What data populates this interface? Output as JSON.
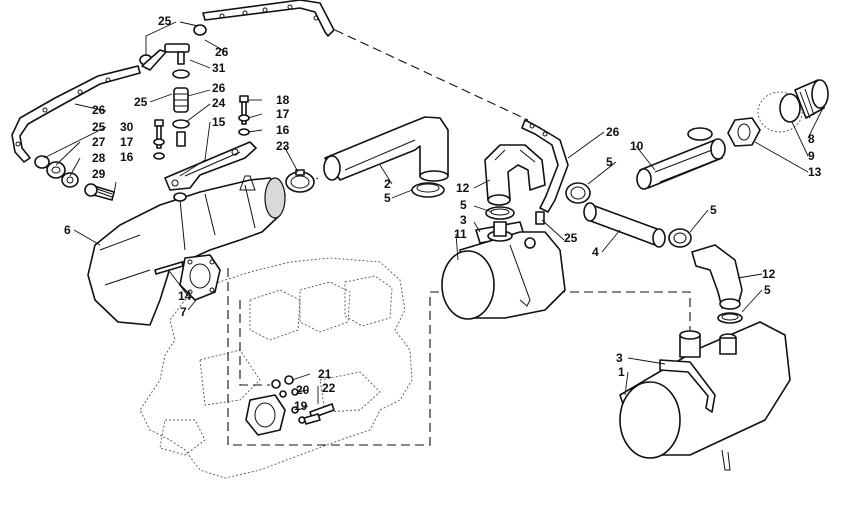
{
  "diagram": {
    "colors": {
      "line": "#111111",
      "paper": "#ffffff",
      "ghost": "#555555",
      "shade": "#d9d9d9"
    },
    "part_numbers": [
      "1",
      "2",
      "3",
      "4",
      "5",
      "6",
      "7",
      "8",
      "9",
      "10",
      "11",
      "12",
      "13",
      "14",
      "15",
      "16",
      "17",
      "18",
      "19",
      "20",
      "21",
      "22",
      "23",
      "24",
      "25",
      "26",
      "27",
      "28",
      "29",
      "30",
      "31"
    ],
    "callouts": [
      {
        "id": "c25a",
        "label": "25"
      },
      {
        "id": "c26a",
        "label": "26"
      },
      {
        "id": "c31",
        "label": "31"
      },
      {
        "id": "c25b",
        "label": "25"
      },
      {
        "id": "c26b",
        "label": "26"
      },
      {
        "id": "c24",
        "label": "24"
      },
      {
        "id": "c26c",
        "label": "26"
      },
      {
        "id": "c25c",
        "label": "25"
      },
      {
        "id": "c27",
        "label": "27"
      },
      {
        "id": "c28",
        "label": "28"
      },
      {
        "id": "c29",
        "label": "29"
      },
      {
        "id": "c30",
        "label": "30"
      },
      {
        "id": "c17a",
        "label": "17"
      },
      {
        "id": "c16a",
        "label": "16"
      },
      {
        "id": "c15",
        "label": "15"
      },
      {
        "id": "c18",
        "label": "18"
      },
      {
        "id": "c17b",
        "label": "17"
      },
      {
        "id": "c16b",
        "label": "16"
      },
      {
        "id": "c23",
        "label": "23"
      },
      {
        "id": "c6",
        "label": "6"
      },
      {
        "id": "c14",
        "label": "14"
      },
      {
        "id": "c7",
        "label": "7"
      },
      {
        "id": "c2",
        "label": "2"
      },
      {
        "id": "c5a",
        "label": "5"
      },
      {
        "id": "c26d",
        "label": "26"
      },
      {
        "id": "c10",
        "label": "10"
      },
      {
        "id": "c5b",
        "label": "5"
      },
      {
        "id": "c12a",
        "label": "12"
      },
      {
        "id": "c5c",
        "label": "5"
      },
      {
        "id": "c3a",
        "label": "3"
      },
      {
        "id": "c11",
        "label": "11"
      },
      {
        "id": "c25d",
        "label": "25"
      },
      {
        "id": "c4",
        "label": "4"
      },
      {
        "id": "c5d",
        "label": "5"
      },
      {
        "id": "c8",
        "label": "8"
      },
      {
        "id": "c9",
        "label": "9"
      },
      {
        "id": "c13",
        "label": "13"
      },
      {
        "id": "c12b",
        "label": "12"
      },
      {
        "id": "c5e",
        "label": "5"
      },
      {
        "id": "c3b",
        "label": "3"
      },
      {
        "id": "c1",
        "label": "1"
      },
      {
        "id": "c21",
        "label": "21"
      },
      {
        "id": "c20",
        "label": "20"
      },
      {
        "id": "c22",
        "label": "22"
      },
      {
        "id": "c19",
        "label": "19"
      }
    ]
  }
}
